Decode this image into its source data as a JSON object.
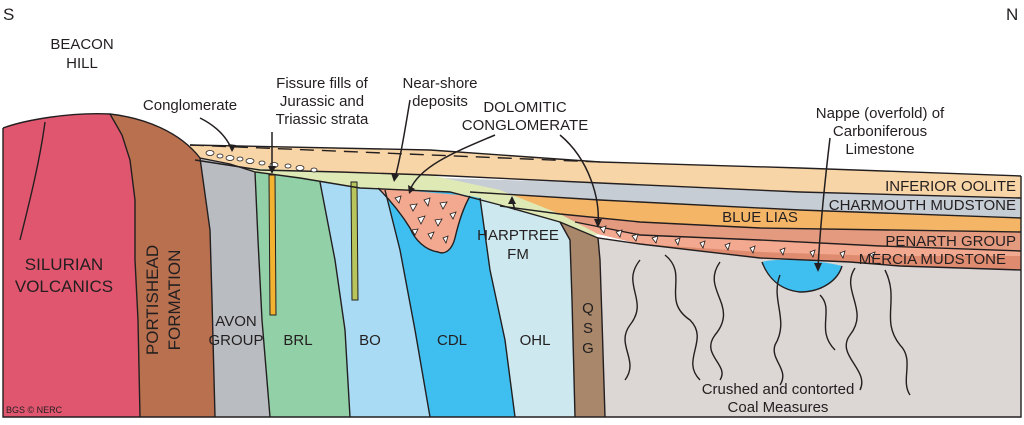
{
  "directions": {
    "south": "S",
    "north": "N"
  },
  "labels": {
    "beacon_hill": [
      "BEACON",
      "HILL"
    ],
    "conglomerate": "Conglomerate",
    "fissure_fills": [
      "Fissure fills of",
      "Jurassic and",
      "Triassic strata"
    ],
    "near_shore": [
      "Near-shore",
      "deposits"
    ],
    "dolomitic": [
      "DOLOMITIC",
      "CONGLOMERATE"
    ],
    "nappe": [
      "Nappe (overfold) of",
      "Carboniferous",
      "Limestone"
    ],
    "inferior_oolite": "INFERIOR OOLITE",
    "charmouth": "CHARMOUTH MUDSTONE",
    "blue_lias": "BLUE LIAS",
    "penarth": "PENARTH GROUP",
    "mercia": "MERCIA MUDSTONE",
    "silurian": [
      "SILURIAN",
      "VOLCANICS"
    ],
    "portishead": [
      "PORTISHEAD",
      "FORMATION"
    ],
    "avon": [
      "AVON",
      "GROUP"
    ],
    "brl": "BRL",
    "bo": "BO",
    "cdl": "CDL",
    "ohl": "OHL",
    "harptree": [
      "HARPTREE",
      "FM"
    ],
    "qsg": [
      "Q",
      "S",
      "G"
    ],
    "coal_measures": [
      "Crushed and contorted",
      "Coal Measures"
    ],
    "credit": "BGS © NERC"
  },
  "colors": {
    "silurian": "#e0566f",
    "portishead": "#b8704f",
    "avon": "#b9bdc1",
    "brl": "#92d1a7",
    "bo": "#a9dcf4",
    "cdl": "#3fbfef",
    "ohl": "#cde9ef",
    "qsg": "#a8876a",
    "coal": "#dcd6d4",
    "inferior_oolite": "#f8d5a6",
    "charmouth": "#c6cdd4",
    "blue_lias": "#f5b567",
    "penarth": "#e49a7e",
    "mercia": "#df8b6f",
    "conglomerate": "#f2a98f",
    "harptree": "#dfe9b6",
    "fissure": "#f3b331"
  }
}
